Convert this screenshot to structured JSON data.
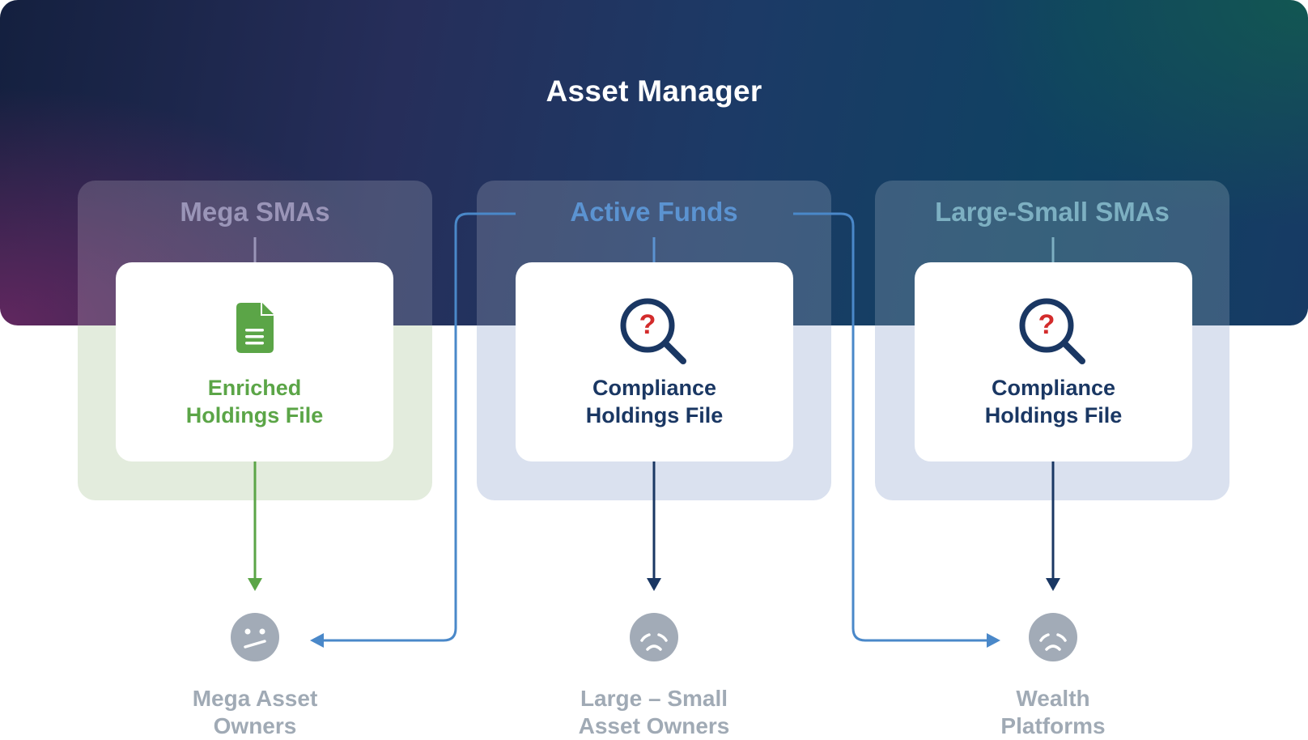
{
  "header": {
    "title": "Asset Manager"
  },
  "columns": [
    {
      "title": "Mega SMAs",
      "title_color": "#9a95b8",
      "arrow_color": "#9a95b8",
      "card": {
        "line1": "Enriched",
        "line2": "Holdings File",
        "color": "#5ba547",
        "icon": "document-icon"
      },
      "outflow_color": "#5ba547",
      "recipient": {
        "line1": "Mega Asset",
        "line2": "Owners",
        "face": "neutral-face-icon"
      }
    },
    {
      "title": "Active Funds",
      "title_color": "#5b93d1",
      "arrow_color": "#5b93d1",
      "card": {
        "line1": "Compliance",
        "line2": "Holdings File",
        "color": "#1a3763",
        "icon": "magnifier-question-icon"
      },
      "outflow_color": "#1a3763",
      "recipient": {
        "line1": "Large – Small",
        "line2": "Asset Owners",
        "face": "sad-face-icon"
      }
    },
    {
      "title": "Large-Small SMAs",
      "title_color": "#7db0c2",
      "arrow_color": "#7db0c2",
      "card": {
        "line1": "Compliance",
        "line2": "Holdings File",
        "color": "#1a3763",
        "icon": "magnifier-question-icon"
      },
      "outflow_color": "#1a3763",
      "recipient": {
        "line1": "Wealth",
        "line2": "Platforms",
        "face": "sad-face-icon"
      }
    }
  ],
  "colors": {
    "connector": "#4a88c9",
    "question_mark": "#d32b2b",
    "face": "#a2abb7"
  }
}
